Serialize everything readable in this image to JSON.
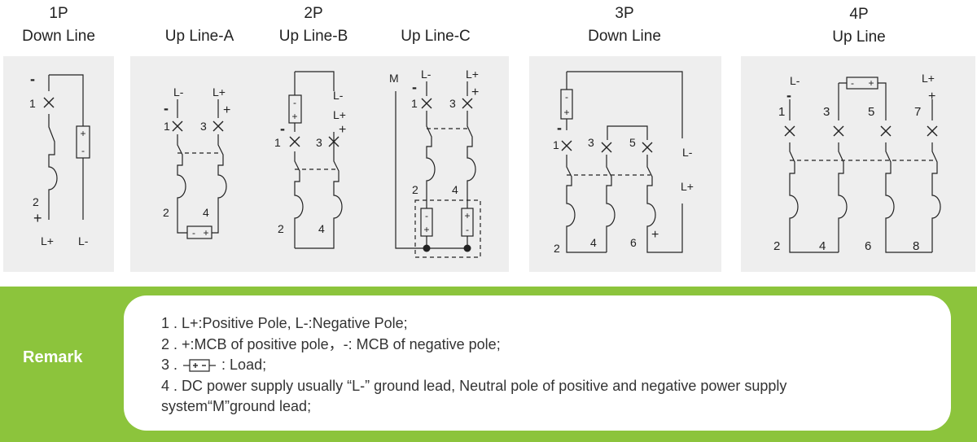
{
  "headers": {
    "p1": {
      "title": "1P",
      "subtitle": "Down Line"
    },
    "p2a": {
      "subtitle": "Up Line-A"
    },
    "p2b": {
      "title": "2P",
      "subtitle": "Up Line-B"
    },
    "p2c": {
      "subtitle": "Up Line-C"
    },
    "p3": {
      "title": "3P",
      "subtitle": "Down Line"
    },
    "p4": {
      "title": "4P",
      "subtitle": "Up Line"
    }
  },
  "diagram_labels": {
    "minus": "-",
    "plus": "+",
    "l_plus": "L+",
    "l_minus": "L-",
    "m": "M",
    "n1": "1",
    "n2": "2",
    "n3": "3",
    "n4": "4",
    "n5": "5",
    "n6": "6",
    "n7": "7",
    "n8": "8"
  },
  "remark": {
    "label": "Remark",
    "line1": "1 . L+:Positive Pole, L-:Negative Pole;",
    "line2": "2 .  +:MCB of positive pole，-:  MCB of negative pole;",
    "line3_prefix": "3 .",
    "line3_suffix": ":  Load;",
    "line4": "4 . DC power supply usually “L-” ground lead, Neutral pole of positive and negative power supply",
    "line5": "system“M”ground lead;"
  }
}
